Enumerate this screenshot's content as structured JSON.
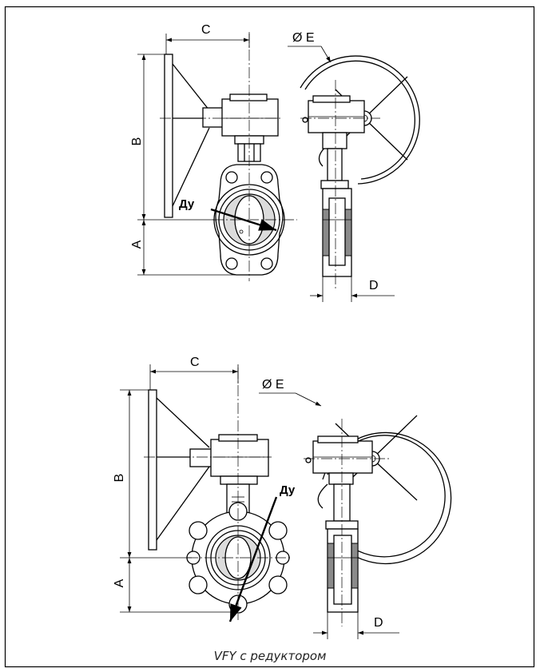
{
  "top_view": {
    "dim_c": "C",
    "dim_b": "B",
    "dim_a": "A",
    "dim_d": "D",
    "dim_e": "Ø E",
    "dn": "Ду"
  },
  "bottom_view": {
    "dim_c": "C",
    "dim_b": "B",
    "dim_a": "A",
    "dim_d": "D",
    "dim_e": "Ø E",
    "dn": "Ду"
  },
  "caption": "VFY с редуктором"
}
